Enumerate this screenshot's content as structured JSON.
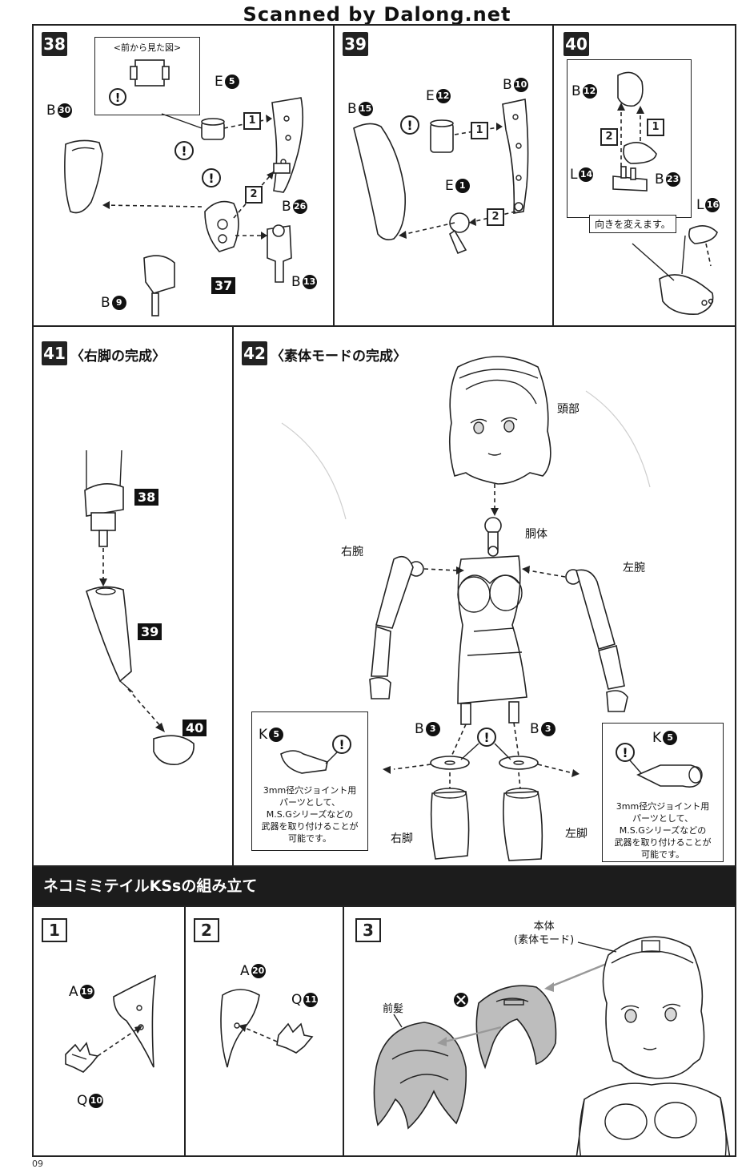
{
  "watermark": "Scanned by Dalong.net",
  "page_number": "09",
  "step38": {
    "num": "38",
    "front_view_caption": "<前から見た図>",
    "labels": {
      "b30_letter": "B",
      "b30_num": "30",
      "e5_letter": "E",
      "e5_num": "5",
      "b26_letter": "B",
      "b26_num": "26",
      "b9_letter": "B",
      "b9_num": "9",
      "b13_letter": "B",
      "b13_num": "13"
    },
    "ref": "37",
    "arrow1": "1",
    "arrow2": "2"
  },
  "step39": {
    "num": "39",
    "labels": {
      "b15_letter": "B",
      "b15_num": "15",
      "e12_letter": "E",
      "e12_num": "12",
      "b10_letter": "B",
      "b10_num": "10",
      "e1_letter": "E",
      "e1_num": "1"
    },
    "arrow1": "1",
    "arrow2": "2"
  },
  "step40": {
    "num": "40",
    "labels": {
      "b12_letter": "B",
      "b12_num": "12",
      "l14_letter": "L",
      "l14_num": "14",
      "b23_letter": "B",
      "b23_num": "23",
      "l16_letter": "L",
      "l16_num": "16"
    },
    "arrow1": "1",
    "arrow2": "2",
    "callout": "向きを変えます。"
  },
  "step41": {
    "num": "41",
    "title": "〈右脚の完成〉",
    "refs": [
      "38",
      "39",
      "40"
    ]
  },
  "step42": {
    "num": "42",
    "title": "〈素体モードの完成〉",
    "head": "頭部",
    "torso": "胴体",
    "right_arm": "右腕",
    "left_arm": "左腕",
    "right_leg": "右脚",
    "left_leg": "左脚",
    "b3_left_letter": "B",
    "b3_left_num": "3",
    "b3_right_letter": "B",
    "b3_right_num": "3",
    "k5_left_letter": "K",
    "k5_left_num": "5",
    "k5_right_letter": "K",
    "k5_right_num": "5",
    "note_left": "3mm径穴ジョイント用\nパーツとして、\nM.S.Gシリーズなどの\n武器を取り付けることが\n可能です。",
    "note_right": "3mm径穴ジョイント用\nパーツとして、\nM.S.Gシリーズなどの\n武器を取り付けることが\n可能です。"
  },
  "section": {
    "title": "ネコミミテイルKSsの組み立て"
  },
  "sub1": {
    "num": "1",
    "a_letter": "A",
    "a_num": "19",
    "q_letter": "Q",
    "q_num": "10"
  },
  "sub2": {
    "num": "2",
    "a_letter": "A",
    "a_num": "20",
    "q_letter": "Q",
    "q_num": "11"
  },
  "sub3": {
    "num": "3",
    "body_label": "本体\n(素体モード)",
    "bangs_label": "前髪"
  }
}
